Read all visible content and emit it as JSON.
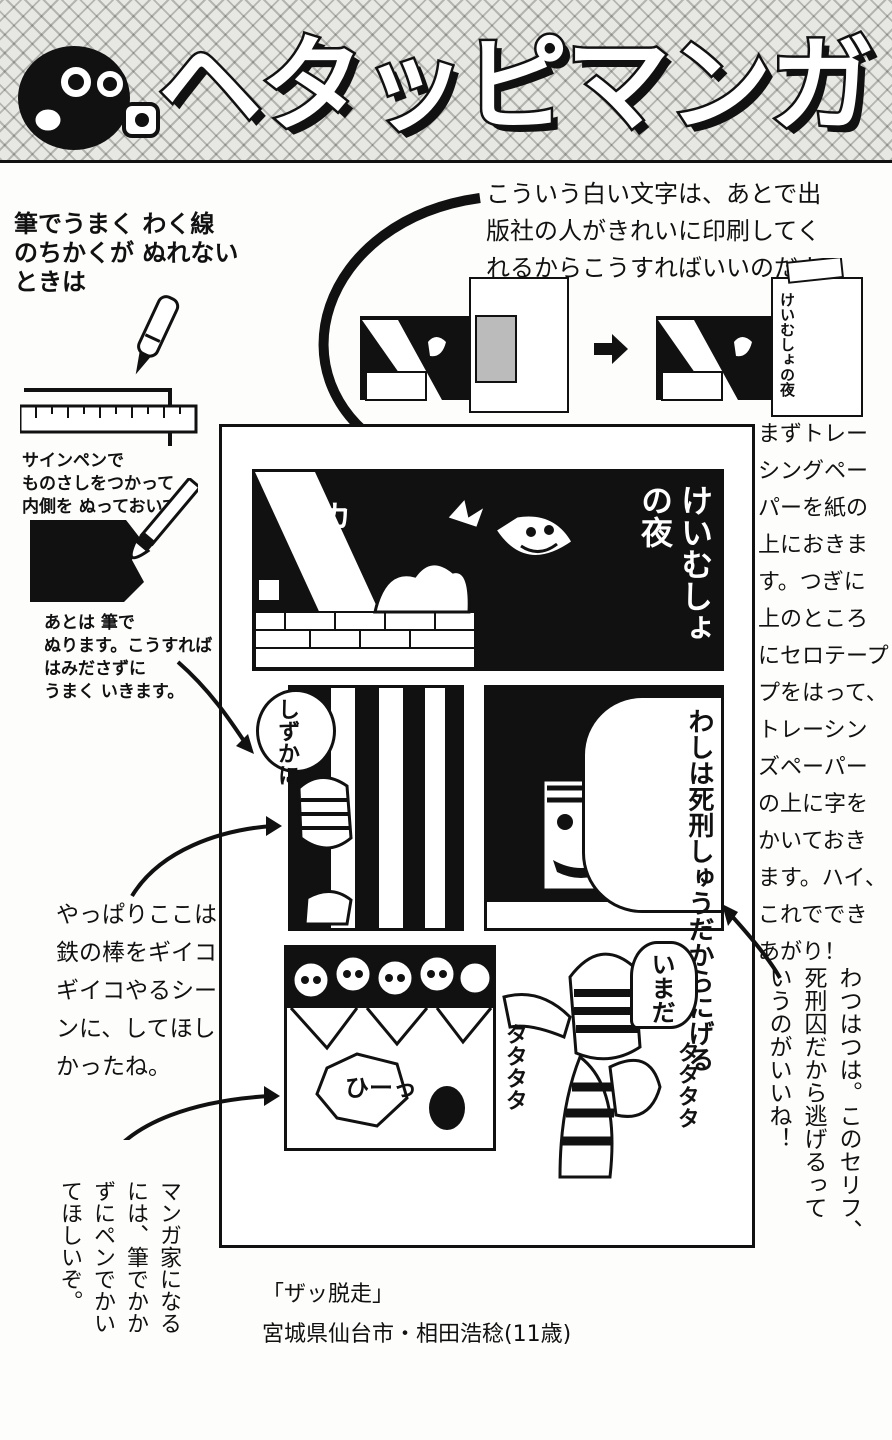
{
  "header": {
    "title": "ヘタッピマンガ"
  },
  "tips": {
    "brush_note": [
      "筆でうまく わく線",
      "のちかくが ぬれない",
      "ときは"
    ],
    "felt_pen_note": [
      "サインペンで",
      "ものさしをつかって",
      "内側を ぬっておいて"
    ],
    "brush_fill_note": [
      "あとは 筆で",
      "ぬります。こうすれば",
      "はみださずに",
      "うまく いきます。"
    ]
  },
  "instructions": {
    "top_text": [
      "こういう白い文字は、あとで出",
      "版社の人がきれいに印刷してく",
      "れるからこうすればいいのだよ。"
    ],
    "side_text": [
      "まずトレー",
      "シングペー",
      "パーを紙の",
      "上におきま",
      "す。つぎに",
      "上のところ",
      "にセロテープ",
      "プをはって、",
      "トレーシン",
      "ズペーパー",
      "の上に字を",
      "かいておき",
      "ます。ハイ、",
      "これででき",
      "あがり！"
    ],
    "mini_overlay_text": "けいむしょの夜"
  },
  "comic": {
    "panel1_pika": "ピカ",
    "panel1_title": "けいむしょの夜",
    "panel2_bubble": "しずかに",
    "panel3_bubble": "わしは死刑しゅうだからにげる",
    "panel4_sfx": "ひーっ",
    "panel5_bubble": "いまだ",
    "panel5_sfx1": "タタタタ",
    "panel5_sfx2": "タタタタ"
  },
  "comments": {
    "bars_comment": [
      "やっぱりここは",
      "鉄の棒をギイコ",
      "ギイコやるシー",
      "ンに、してほし",
      "かったね。"
    ],
    "artist_comment": [
      "マンガ家になる",
      "には、筆でかか",
      "ずにペンでかい",
      "てほしいぞ。"
    ],
    "line_comment": [
      "わつはつは。このセリフ、",
      "死刑囚だから逃げるって",
      "いうのがいいね！"
    ]
  },
  "credit": {
    "title": "「ザッ脱走」",
    "author": "宮城県仙台市・相田浩稔(11歳)"
  }
}
